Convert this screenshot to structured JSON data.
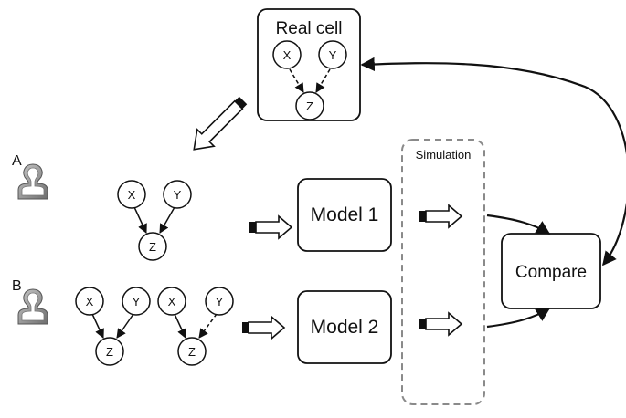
{
  "real_cell": {
    "title": "Real cell",
    "nodes": {
      "x": "X",
      "y": "Y",
      "z": "Z"
    }
  },
  "simulation": {
    "label": "Simulation"
  },
  "scenario_a": {
    "label": "A",
    "nodes": {
      "x": "X",
      "y": "Y",
      "z": "Z"
    },
    "model_label": "Model 1"
  },
  "scenario_b": {
    "label": "B",
    "graph1": {
      "x": "X",
      "y": "Y",
      "z": "Z"
    },
    "graph2": {
      "x": "X",
      "y": "Y",
      "z": "Z"
    },
    "model_label": "Model 2"
  },
  "compare": {
    "label": "Compare"
  },
  "icons": {
    "person": "person-icon",
    "block_arrow": "block-arrow-icon"
  },
  "colors": {
    "stroke": "#111111",
    "person_fill": "#9a9a9a",
    "simulation_border": "#8a8a8a"
  }
}
